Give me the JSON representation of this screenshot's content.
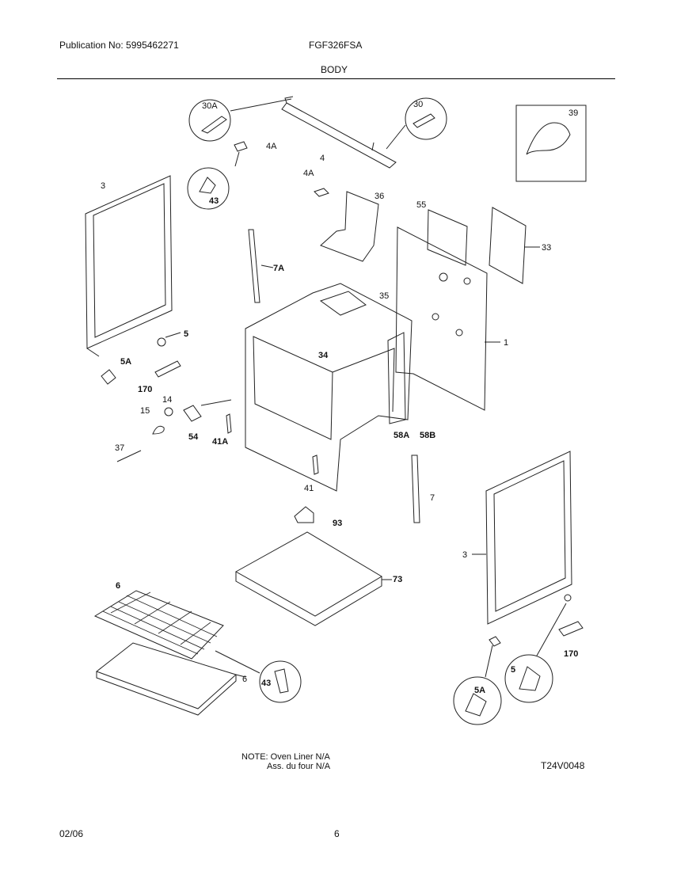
{
  "header": {
    "publication": "Publication No: 5995462271",
    "model": "FGF326FSA",
    "section": "BODY"
  },
  "labels": {
    "l30a": "30A",
    "l4a_top": "4A",
    "l43_top": "43",
    "l4": "4",
    "l30": "30",
    "l39": "39",
    "l3_left": "3",
    "l4a_mid": "4A",
    "l36": "36",
    "l55": "55",
    "l33": "33",
    "l7a": "7A",
    "l35": "35",
    "l5_left": "5",
    "l34": "34",
    "l1": "1",
    "l5a_left": "5A",
    "l170_left": "170",
    "l14": "14",
    "l15": "15",
    "l54": "54",
    "l41a": "41A",
    "l58a": "58A",
    "l58b": "58B",
    "l37": "37",
    "l41": "41",
    "l7": "7",
    "l93": "93",
    "l3_right": "3",
    "l73": "73",
    "l6_top": "6",
    "l6_bottom": "6",
    "l43_bottom": "43",
    "l5_right": "5",
    "l5a_right": "5A",
    "l170_right": "170"
  },
  "footer": {
    "note_line1": "NOTE: Oven Liner N/A",
    "note_line2": "Ass. du four N/A",
    "code": "T24V0048",
    "date": "02/06",
    "page": "6"
  }
}
